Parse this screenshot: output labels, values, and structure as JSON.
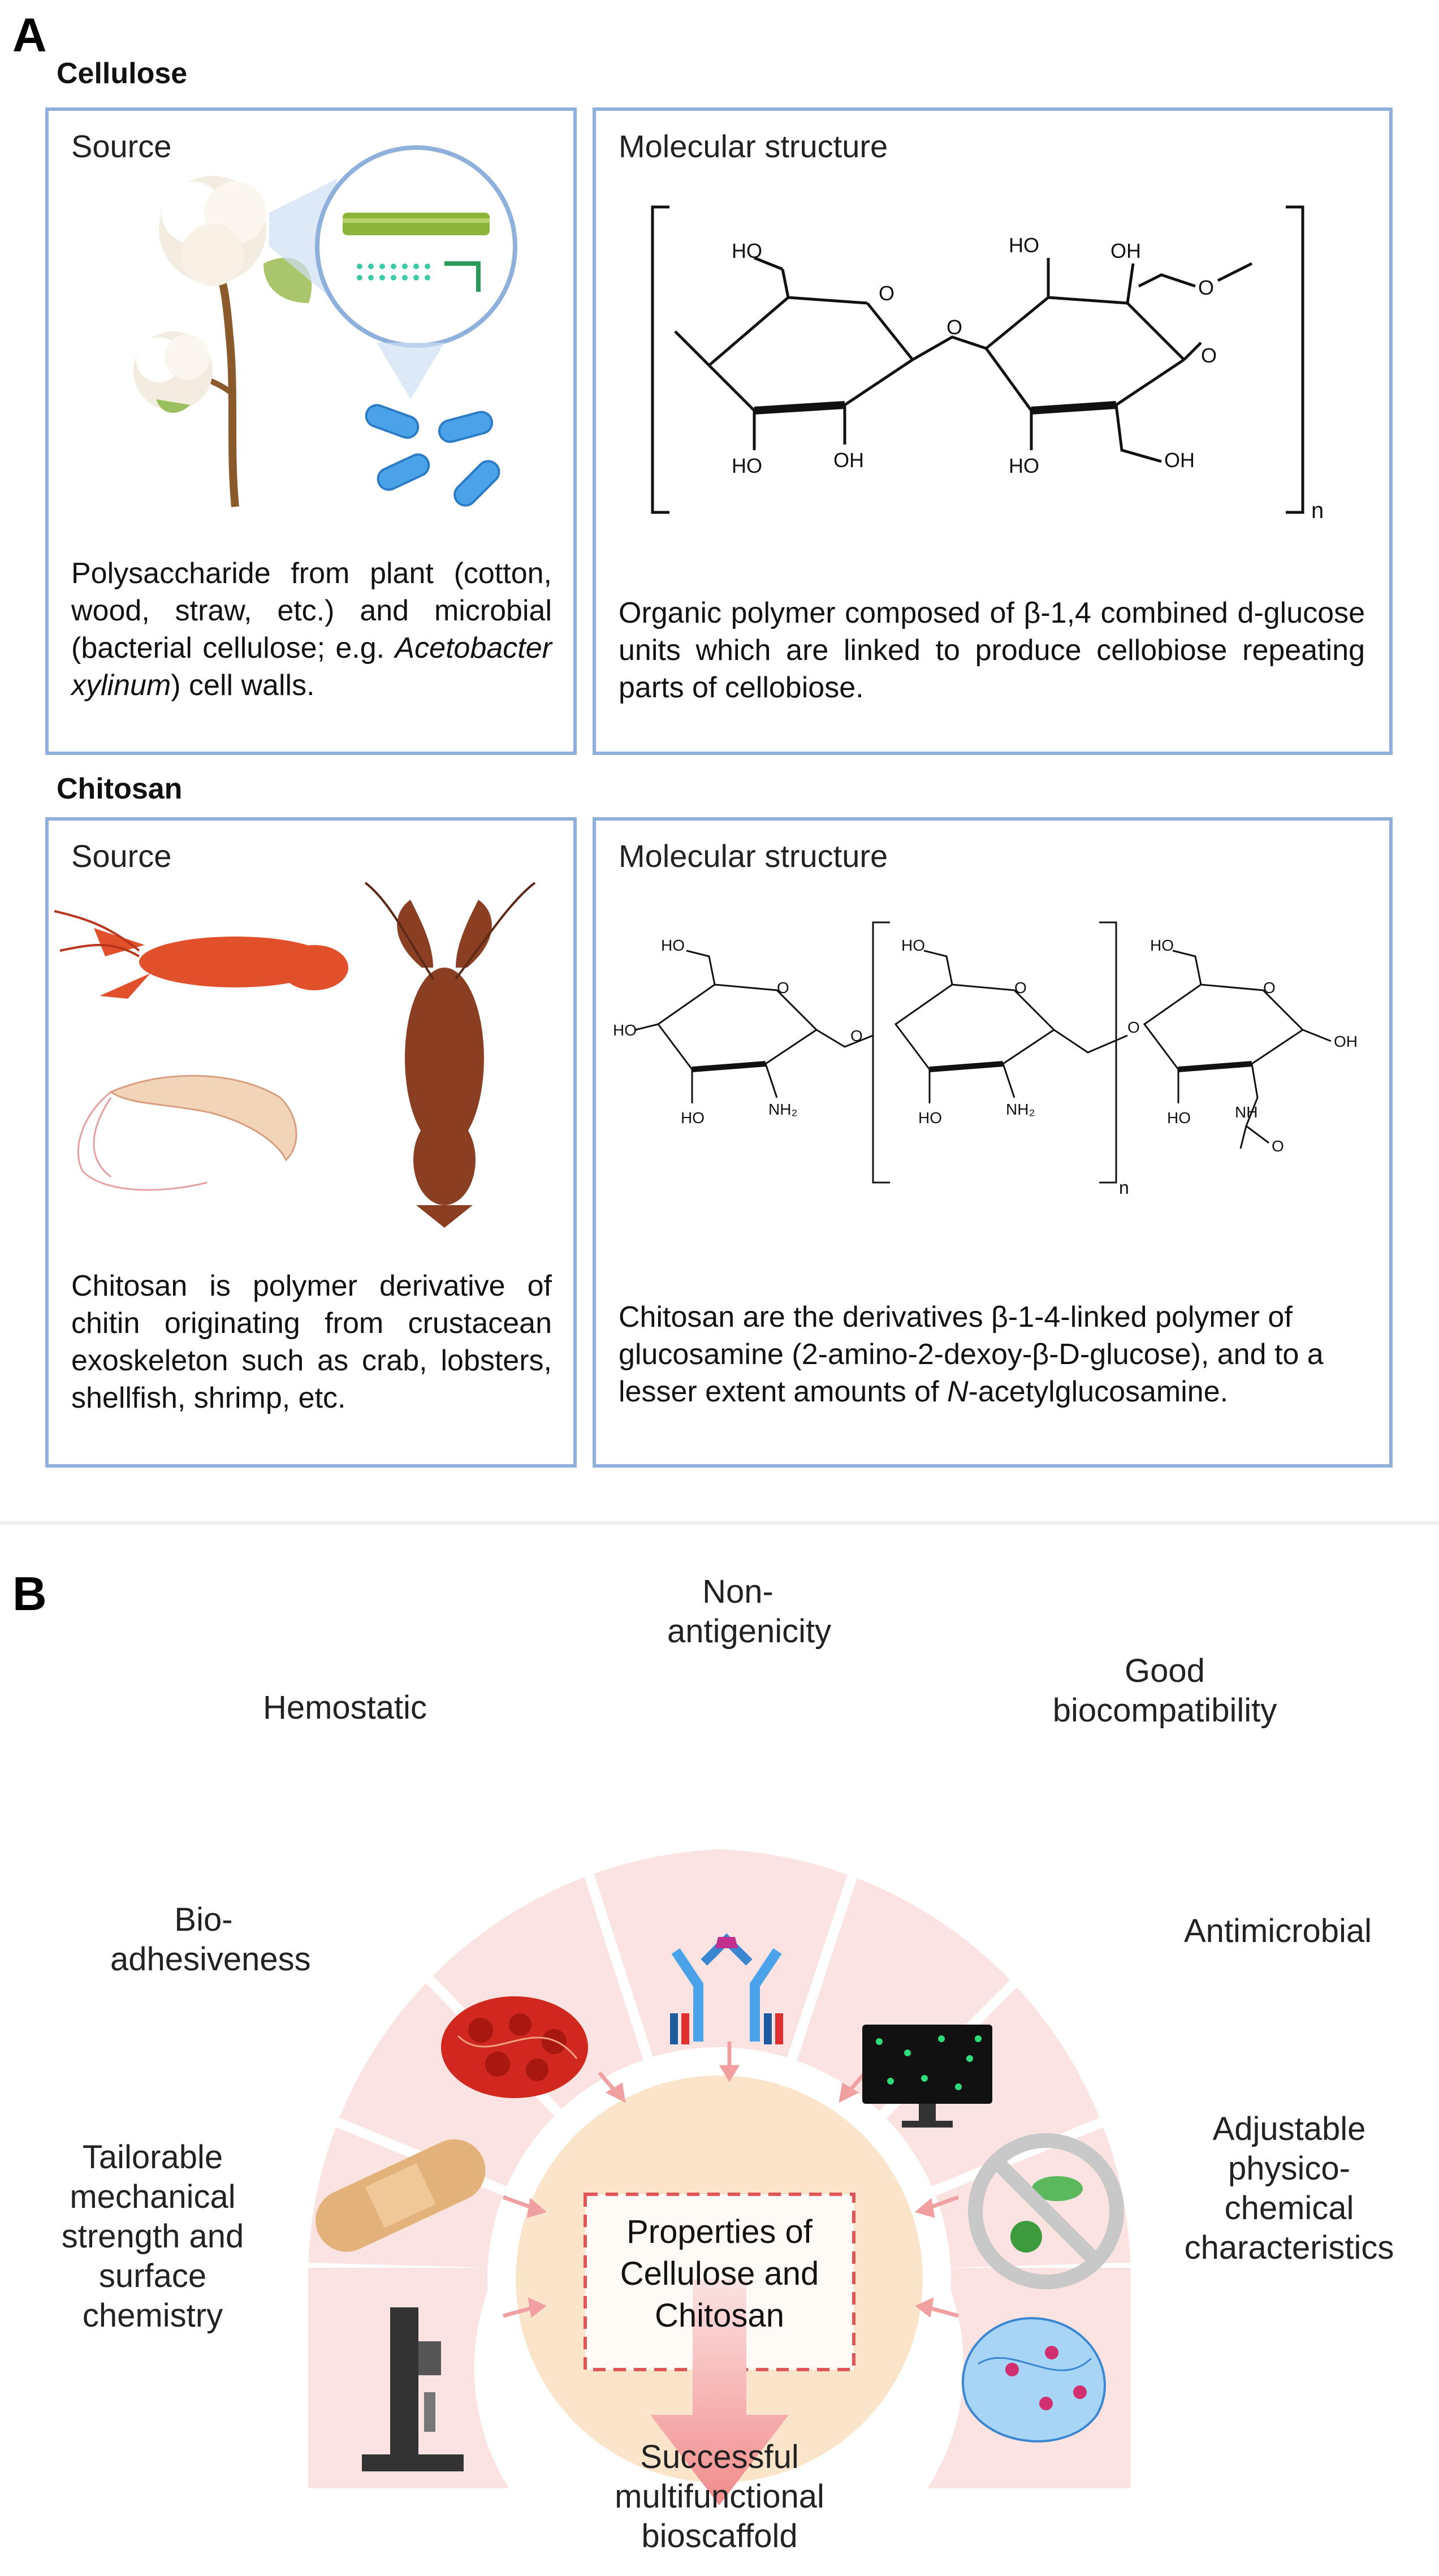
{
  "panel_a": {
    "letter": "A",
    "cellulose": {
      "title": "Cellulose",
      "source_heading": "Source",
      "structure_heading": "Molecular structure",
      "source_text_1": "Polysaccharide from plant (cotton, wood, straw, etc.) and microbial (bacterial cellulose; e.g. ",
      "source_text_italic": "Acetobacter xylinum",
      "source_text_2": ") cell walls.",
      "structure_text": "Organic polymer composed of β-1,4 combined d-glucose units which are linked to produce cellobiose repeating parts of cellobiose.",
      "chem_labels": {
        "ho_top1": "HO",
        "ho_top2": "HO",
        "oh_top3": "OH",
        "ho_bot1": "HO",
        "oh_bot2": "OH",
        "ho_bot3": "HO",
        "oh_bot4": "OH",
        "n": "n"
      }
    },
    "chitosan": {
      "title": "Chitosan",
      "source_heading": "Source",
      "structure_heading": "Molecular structure",
      "source_text": "Chitosan is polymer derivative of chitin originating from crustacean exoskeleton such as crab, lobsters, shellfish, shrimp, etc.",
      "structure_text_1": "Chitosan are the derivatives β-1-4-linked polymer of glucosamine (2-amino-2-dexoy-β-D-glucose), and to a lesser extent amounts of ",
      "structure_text_italic": "N",
      "structure_text_2": "-acetylglucosamine.",
      "chem_labels": {
        "ho": "HO",
        "oh": "OH",
        "nh2": "NH₂",
        "nh": "NH",
        "o": "O",
        "n": "n"
      }
    }
  },
  "panel_b": {
    "letter": "B",
    "center_text": "Properties of Cellulose and Chitosan",
    "bottom_text": "Successful multifunctional bioscaffold",
    "properties": [
      {
        "id": "non-antigenicity",
        "label": "Non-antigenicity"
      },
      {
        "id": "hemostatic",
        "label": "Hemostatic"
      },
      {
        "id": "good-biocompatibility",
        "label": "Good biocompatibility"
      },
      {
        "id": "bio-adhesiveness",
        "label": "Bio-adhesiveness"
      },
      {
        "id": "antimicrobial",
        "label": "Antimicrobial"
      },
      {
        "id": "tailorable",
        "label": "Tailorable mechanical strength and surface chemistry"
      },
      {
        "id": "adjustable",
        "label": "Adjustable physico-chemical characteristics"
      }
    ],
    "colors": {
      "ring": "#f8d6d5",
      "ring_dark": "#f2b9b7",
      "center": "#fae5cb",
      "dashed": "#e05555",
      "arrow": "#f0a0a0"
    }
  }
}
